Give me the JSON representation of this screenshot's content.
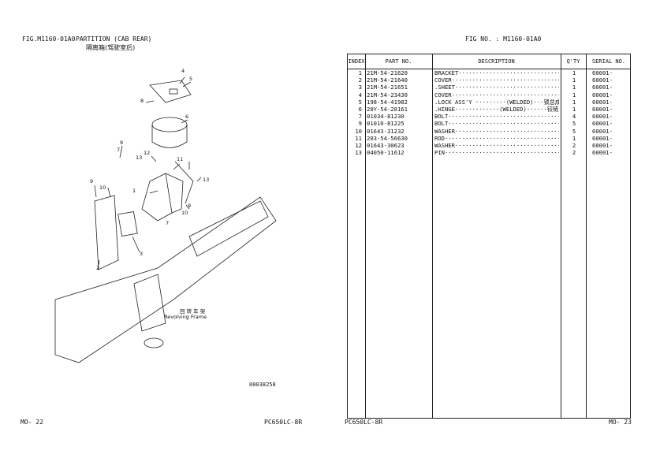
{
  "left_page": {
    "fig_code": "FIG.M1160-01A0",
    "title": "PARTITION (CAB REAR)",
    "title_cn": "隔离箱(驾驶室后)",
    "frame_label_cn": "回 转 车 架",
    "frame_label_en": "Revolving Frame",
    "callouts": [
      "4",
      "5",
      "8",
      "6",
      "9",
      "12",
      "13",
      "7",
      "11",
      "13",
      "1",
      "9",
      "10",
      "9",
      "10",
      "7",
      "3",
      "2"
    ],
    "drawing_number": "00038258",
    "footer_page": "MO-  22",
    "footer_model": "PC650LC-8R"
  },
  "right_page": {
    "fig_no": "FIG NO.  : M1160-01A0",
    "table": {
      "headers": [
        "INDEX",
        "PART  NO.",
        "DESCRIPTION",
        "Q'TY",
        "SERIAL NO."
      ],
      "rows": [
        {
          "index": "1",
          "part_no": "21M-54-21620",
          "description": "BRACKET·································· 支架",
          "qty": "1",
          "serial": "60001-"
        },
        {
          "index": "2",
          "part_no": "21M-54-21640",
          "description": "COVER·····································盖",
          "qty": "1",
          "serial": "60001-"
        },
        {
          "index": "3",
          "part_no": "21M-54-21651",
          "description": ".SHEET·································垫片",
          "qty": "1",
          "serial": "60001-"
        },
        {
          "index": "4",
          "part_no": "21M-54-23430",
          "description": "COVER·····································盖",
          "qty": "1",
          "serial": "60001-"
        },
        {
          "index": "5",
          "part_no": "198-54-41982",
          "description": ".LOCK ASS'Y ·········(WELDED)···锁总成(焊接)",
          "qty": "1",
          "serial": "60001-"
        },
        {
          "index": "6",
          "part_no": "20Y-54-28161",
          "description": ".HINGE·············(WELDED)······铰链(焊接)",
          "qty": "1",
          "serial": "60001-"
        },
        {
          "index": "7",
          "part_no": "01034-81230",
          "description": "BOLT···································螺栓",
          "qty": "4",
          "serial": "60001-"
        },
        {
          "index": "9",
          "part_no": "01010-81225",
          "description": "BOLT···································螺栓",
          "qty": "5",
          "serial": "60001-"
        },
        {
          "index": "10",
          "part_no": "01643-31232",
          "description": "WASHER·································垫圈",
          "qty": "5",
          "serial": "60001-"
        },
        {
          "index": "11",
          "part_no": "203-54-56630",
          "description": "ROD····································· 杆",
          "qty": "1",
          "serial": "60001-"
        },
        {
          "index": "12",
          "part_no": "01643-30623",
          "description": "WASHER·································垫圈",
          "qty": "2",
          "serial": "60001-"
        },
        {
          "index": "13",
          "part_no": "04050-11612",
          "description": "PIN····································· 销",
          "qty": "2",
          "serial": "60001-"
        }
      ]
    },
    "footer_model": "PC650LC-8R",
    "footer_page": "MO-    23"
  }
}
